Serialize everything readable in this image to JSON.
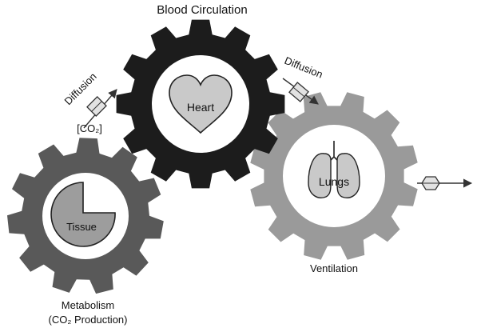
{
  "diagram": {
    "title": "Blood Circulation",
    "gears": {
      "heart": {
        "label": "Heart",
        "color": "#1c1c1c"
      },
      "lungs": {
        "label": "Lungs",
        "gear_label": "Ventilation",
        "color": "#9a9a9a"
      },
      "tissue": {
        "label": "Tissue",
        "gear_label_line1": "Metabolism",
        "gear_label_line2": "(CO₂ Production)",
        "color": "#595959"
      }
    },
    "flows": {
      "left_diffusion": "Diffusion",
      "right_diffusion": "Diffusion",
      "co2_label": "[CO₂]"
    },
    "colors": {
      "inner_fill": "#ffffff",
      "organ_fill": "#c9c9c9",
      "molecule_fill": "#e2e2e2",
      "arrow": "#333333"
    }
  }
}
